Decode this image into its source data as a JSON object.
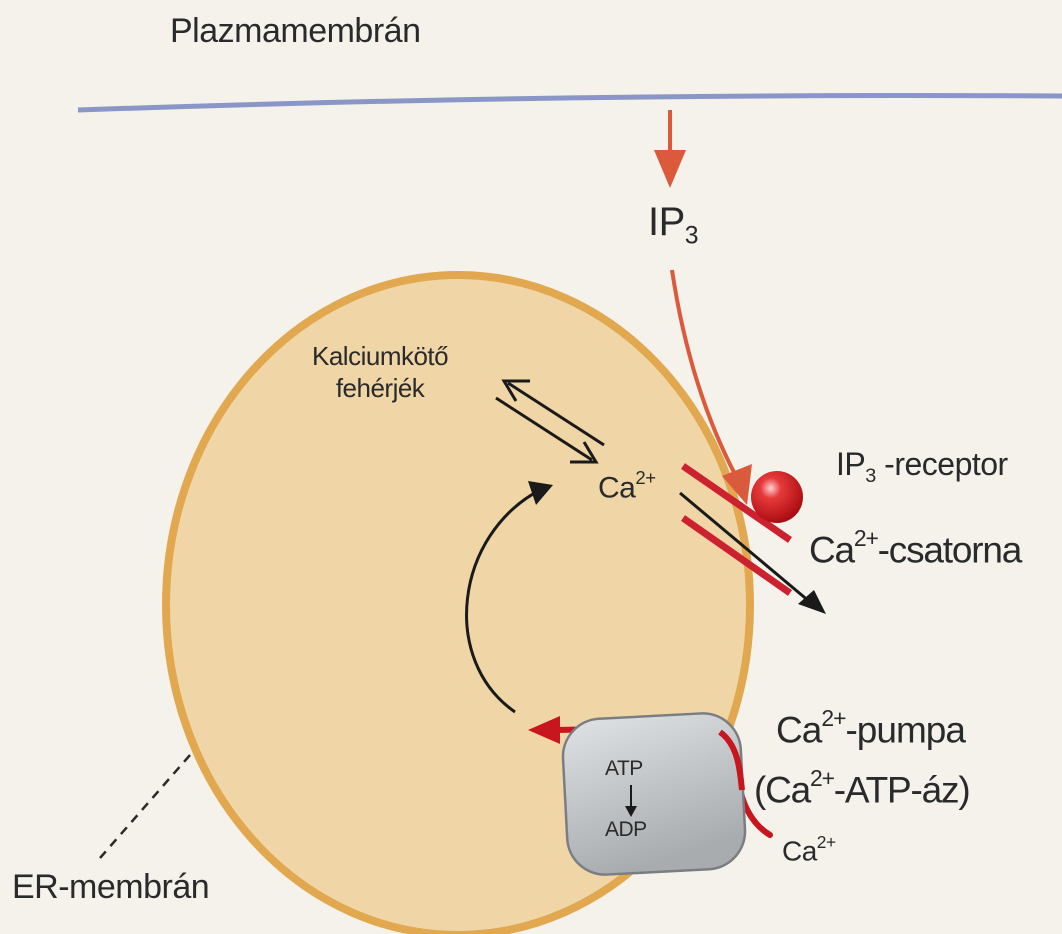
{
  "labels": {
    "plasma_membrane": "Plazmamembrán",
    "ip3": {
      "base": "IP",
      "sub": "3"
    },
    "calcium_binding_line1": "Kalciumkötő",
    "calcium_binding_line2": "fehérjék",
    "ca_center": {
      "base": "Ca",
      "sup": "2+"
    },
    "ip3_receptor": {
      "base": "IP",
      "sub": "3",
      "suffix": " -receptor"
    },
    "ca_channel": {
      "base": "Ca",
      "sup": "2+",
      "suffix": "-csatorna"
    },
    "ca_pump": {
      "base": "Ca",
      "sup": "2+",
      "suffix": "-pumpa"
    },
    "ca_atpase": {
      "prefix": "(Ca",
      "sup": "2+",
      "suffix": "-ATP-áz)"
    },
    "ca_bottom": {
      "base": "Ca",
      "sup": "2+"
    },
    "atp": "ATP",
    "adp": "ADP",
    "er_membrane": "ER-membrán"
  },
  "colors": {
    "background": "#f4f2ea",
    "plasma_membrane": "#8a96c8",
    "er_fill": "#f0d6a6",
    "er_stroke": "#e1a850",
    "ip3_arrow": "#dc5a3c",
    "channel_bar": "#cc2230",
    "receptor_ball": "#dd1a22",
    "pump_body": "#c2c6c9",
    "pump_strand": "#c8161f",
    "arrow": "#1a1a1a"
  }
}
